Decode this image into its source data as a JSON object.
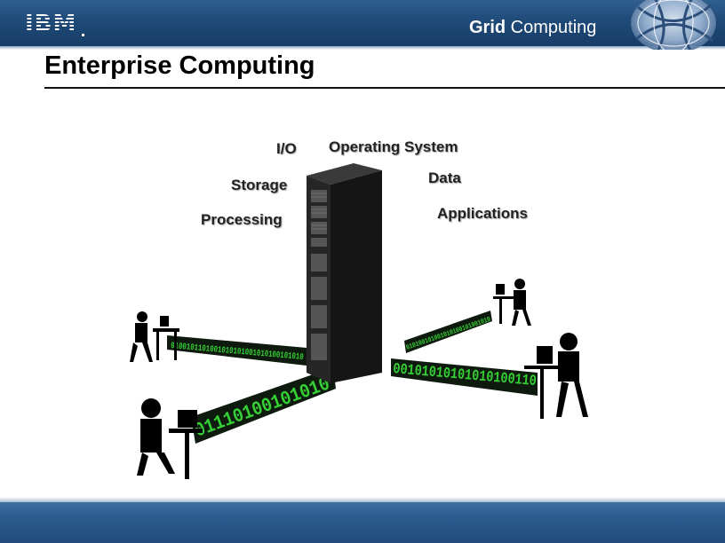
{
  "header": {
    "logo_text": "IBM",
    "product_bold": "Grid",
    "product_rest": " Computing"
  },
  "slide": {
    "title": "Enterprise Computing"
  },
  "labels": {
    "io": "I/O",
    "storage": "Storage",
    "processing": "Processing",
    "operating_system": "Operating System",
    "data": "Data",
    "applications": "Applications"
  },
  "data_streams": {
    "left_upper": "0100101101001010101001010100101010",
    "left_lower": "01110100101010",
    "right_lower": "00101010101010100110",
    "right_upper": "010100101001010100101001010"
  },
  "colors": {
    "header_blue": "#1f4a78",
    "binary_green": "#2fbf2f",
    "server_dark": "#1a1a1a"
  }
}
